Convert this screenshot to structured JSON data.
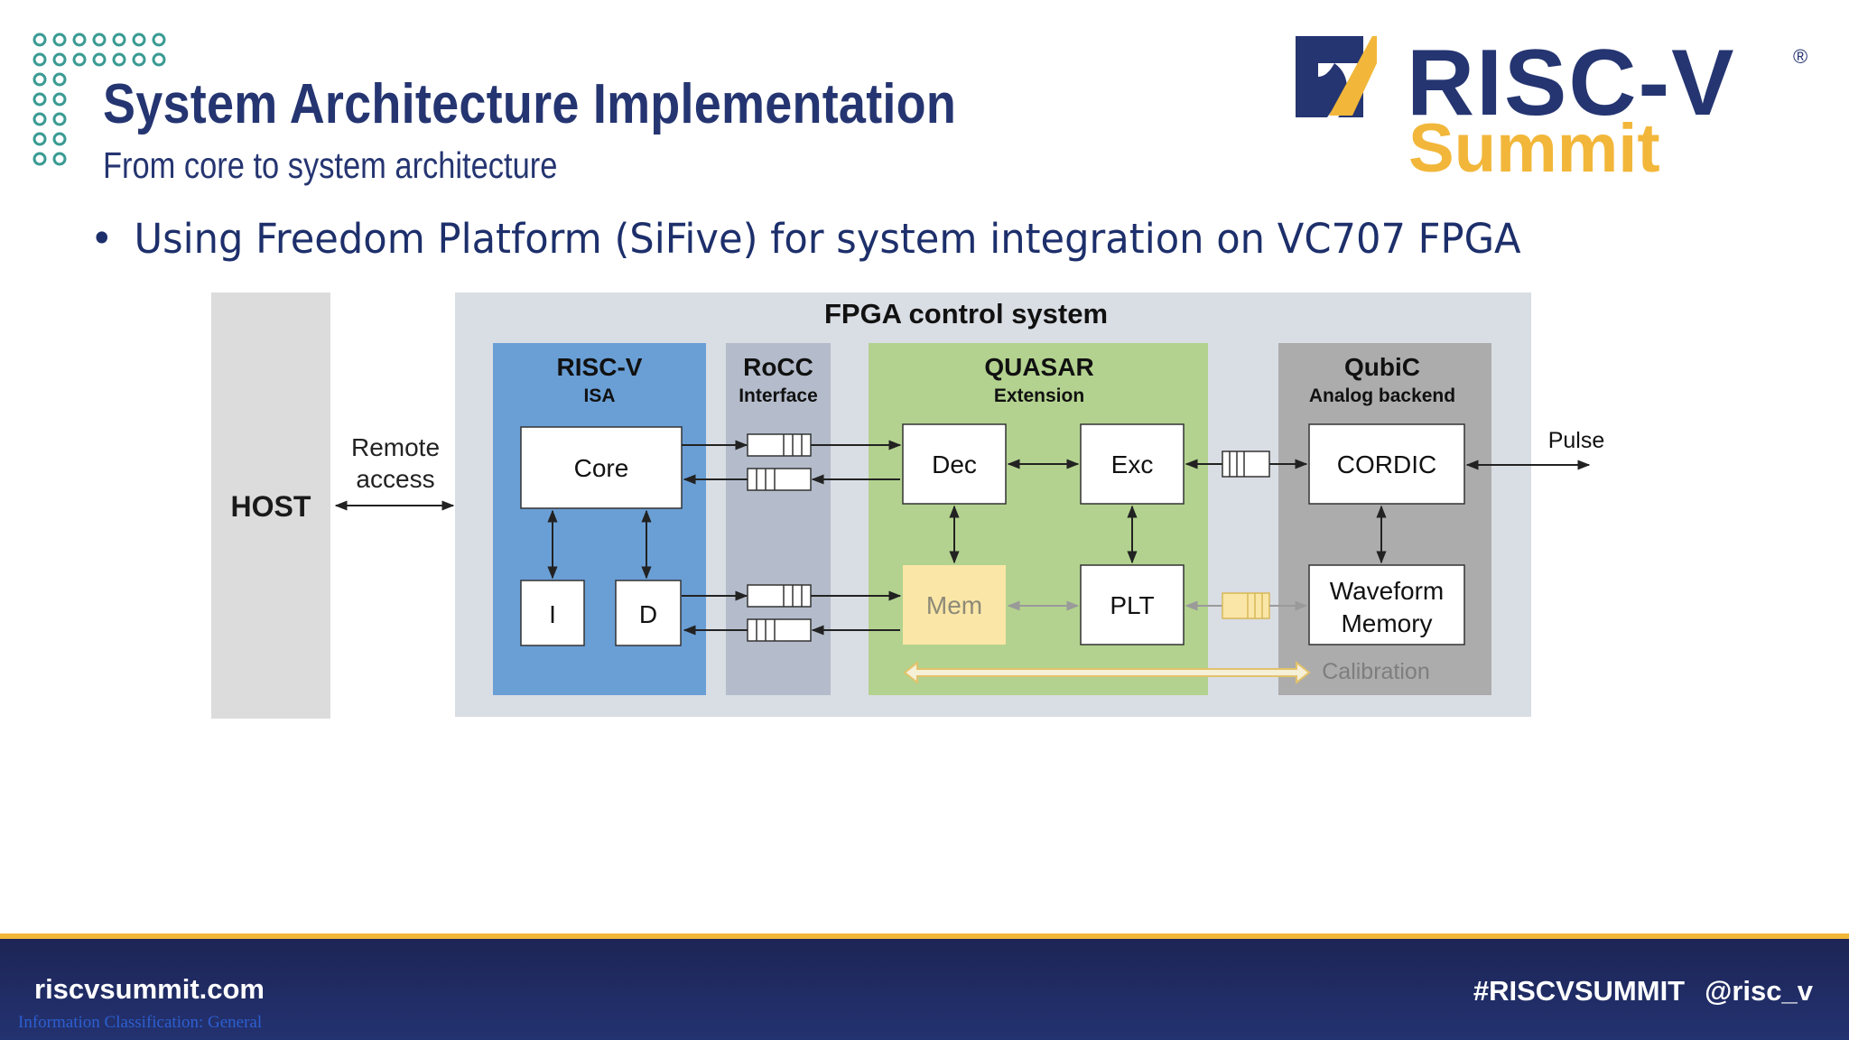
{
  "slide": {
    "title": "System Architecture Implementation",
    "subtitle": "From core to system architecture",
    "bullet": "Using Freedom Platform (SiFive) for system integration on VC707 FPGA"
  },
  "logo": {
    "word": "RISC-V",
    "registered": "®",
    "summit": "Summit",
    "colors": {
      "navy": "#253571",
      "gold": "#f2b73a"
    }
  },
  "diagram": {
    "host": "HOST",
    "remote": [
      "Remote",
      "access"
    ],
    "fpga_title": "FPGA control system",
    "riscv": {
      "title": "RISC-V",
      "sub": "ISA",
      "core": "Core",
      "i": "I",
      "d": "D"
    },
    "rocc": {
      "title": "RoCC",
      "sub": "Interface"
    },
    "quasar": {
      "title": "QUASAR",
      "sub": "Extension",
      "dec": "Dec",
      "exc": "Exc",
      "mem": "Mem",
      "plt": "PLT"
    },
    "qubic": {
      "title": "QubiC",
      "sub": "Analog backend",
      "cordic": "CORDIC",
      "waveform": [
        "Waveform",
        "Memory"
      ],
      "calibration": "Calibration"
    },
    "pulse": "Pulse",
    "colors": {
      "riscv": "#6a9fd6",
      "rocc": "#b4bccb",
      "quasar": "#b3d28f",
      "qubic": "#acacac",
      "fpga": "#d9dde4",
      "host": "#dcdcdc",
      "mem": "#fae6a6"
    }
  },
  "footer": {
    "site": "riscvsummit.com",
    "hashtag": "#RISCVSUMMIT",
    "handle": "@risc_v",
    "classification": "Information Classification: General"
  }
}
